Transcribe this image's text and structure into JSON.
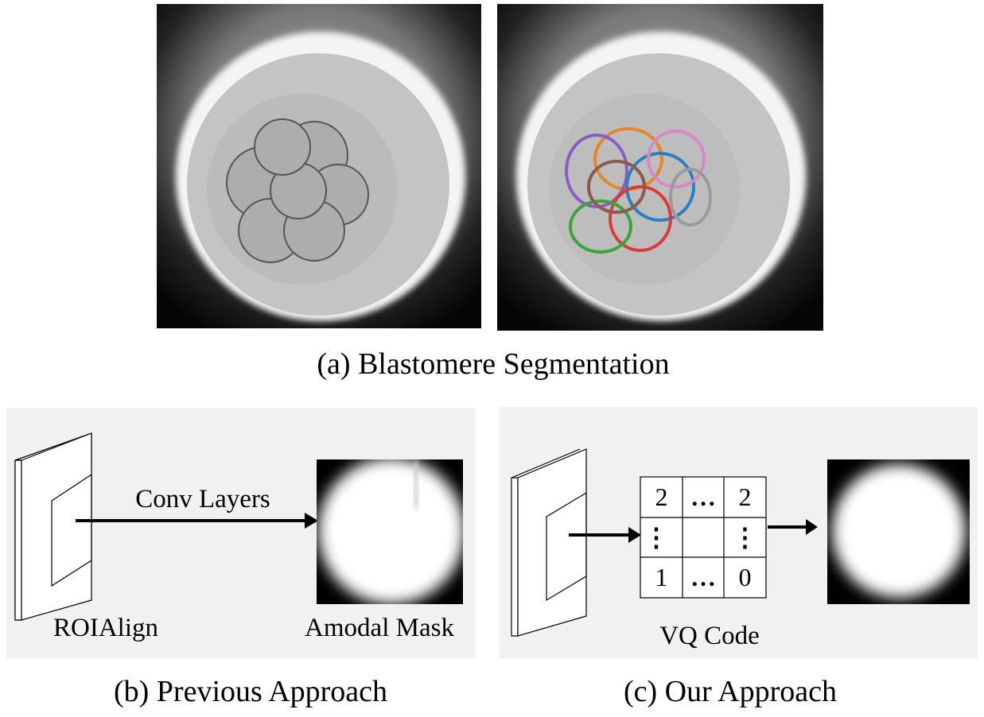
{
  "panel_a": {
    "caption": "(a) Blastomere Segmentation",
    "segmentation_colors": [
      "#e6862a",
      "#8a5cc4",
      "#2a7fc0",
      "#d93a3a",
      "#3aa33a",
      "#8b5a4a",
      "#d987c8",
      "#9a9a9a"
    ]
  },
  "panel_b": {
    "caption": "(b) Previous Approach",
    "arrow_label": "Conv Layers",
    "feature_label": "ROIAlign",
    "mask_label": "Amodal Mask"
  },
  "panel_c": {
    "caption": "(c) Our Approach",
    "code_label": "VQ Code",
    "grid": [
      [
        "2",
        "…",
        "2"
      ],
      [
        "⋮",
        "",
        "⋮"
      ],
      [
        "1",
        "…",
        "0"
      ]
    ]
  },
  "colors": {
    "panel_bg": "#f1f1f1"
  }
}
